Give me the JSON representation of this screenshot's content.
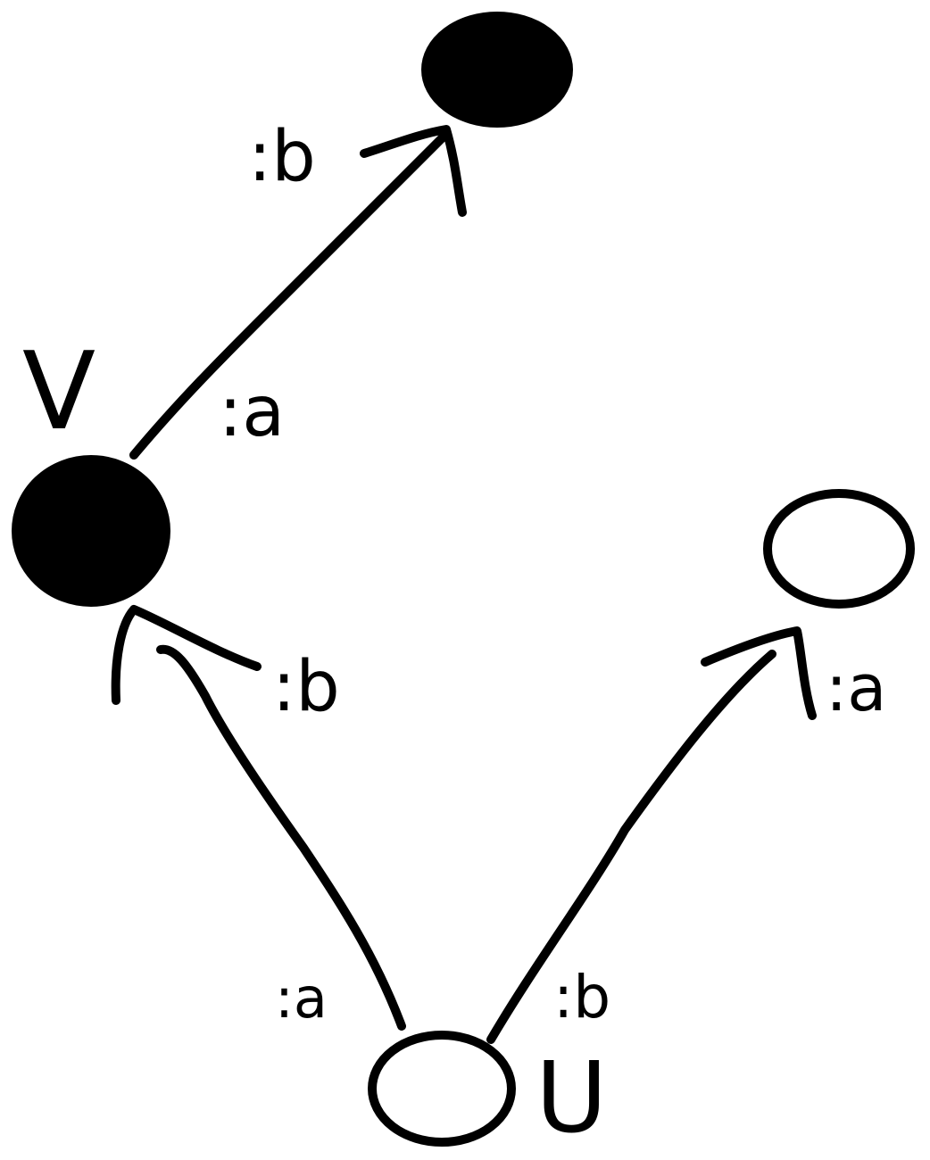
{
  "colors": {
    "ink": "#000000",
    "paper": "#ffffff"
  },
  "nodes": [
    {
      "id": "top",
      "name": "",
      "filled": true
    },
    {
      "id": "v",
      "name": "V",
      "filled": true
    },
    {
      "id": "right",
      "name": "",
      "filled": false
    },
    {
      "id": "u",
      "name": "U",
      "filled": false
    }
  ],
  "edges": [
    {
      "id": "u-to-v",
      "from": "u",
      "to": "v",
      "from_label": ":a",
      "to_label": ":b"
    },
    {
      "id": "u-to-right",
      "from": "u",
      "to": "right",
      "from_label": ":b",
      "to_label": ":a"
    },
    {
      "id": "v-to-top",
      "from": "v",
      "to": "top",
      "from_label": ":a",
      "to_label": ":b"
    }
  ]
}
